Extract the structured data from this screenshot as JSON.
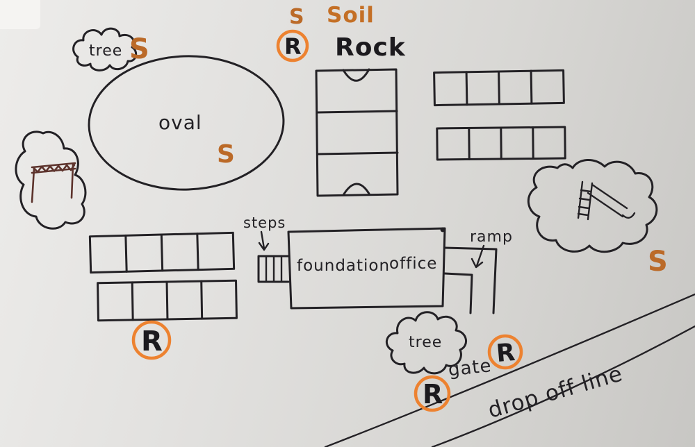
{
  "scene": "hand-drawn whiteboard map of a school ground",
  "colors": {
    "ink": "#232125",
    "orange_ring": "#ed8230",
    "orange_letter": "#bb6a28",
    "soil_text": "#c46f25",
    "equipment_brown": "#5d332c",
    "board_light": "#edecea",
    "board_dark": "#c8c7c4"
  },
  "labels": {
    "tree_top": "tree",
    "s_tree": "S",
    "oval": "oval",
    "s_oval": "S",
    "s_legend": "S",
    "soil": "Soil",
    "r_legend": "R",
    "rock": "Rock",
    "steps": "steps",
    "foundation": "foundation",
    "office": "office",
    "ramp": "ramp",
    "s_playground": "S",
    "tree_bottom": "tree",
    "r_classrooms": "R",
    "gate": "gate",
    "r_gate": "R",
    "r_road": "R",
    "drop_off": "drop off line"
  }
}
